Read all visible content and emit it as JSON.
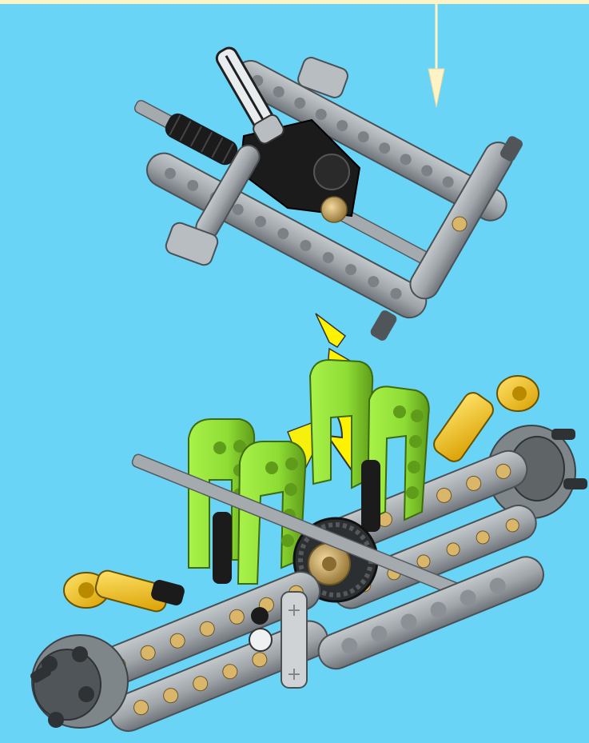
{
  "page": {
    "background_color": "#6ad4f7",
    "frame_color": "#fff3c5"
  },
  "illustration": {
    "type": "assembly-instruction-step",
    "upper_subassembly": "steering-frame-assembly",
    "lower_subassembly": "axle-chassis-assembly",
    "placement_arrow": "down-arrow-icon",
    "rotation_arrow": "rotate-arrow-icon",
    "part_colors": {
      "dark_gray": "#5f6467",
      "light_gray": "#a9aeb2",
      "black": "#1b1b1b",
      "lime_green": "#95e83a",
      "yellow": "#f5c61b",
      "tan": "#d9b66a",
      "arrow_yellow": "#fff200"
    }
  }
}
